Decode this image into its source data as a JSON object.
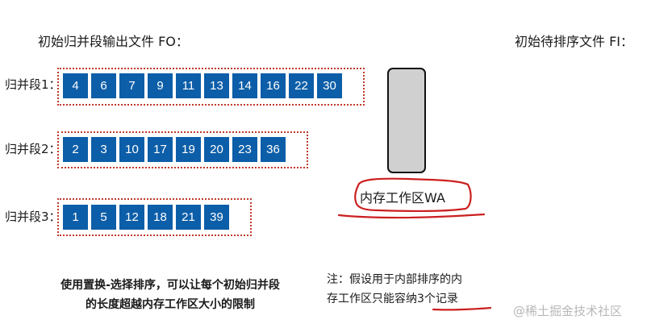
{
  "output_file": {
    "title": "初始归并段输出文件 FO："
  },
  "input_file": {
    "title": "初始待排序文件 FI："
  },
  "runs": [
    {
      "label": "归并段1：",
      "values": [
        "4",
        "6",
        "7",
        "9",
        "11",
        "13",
        "14",
        "16",
        "22",
        "30"
      ]
    },
    {
      "label": "归并段2：",
      "values": [
        "2",
        "3",
        "10",
        "17",
        "19",
        "20",
        "23",
        "36"
      ]
    },
    {
      "label": "归并段3：",
      "values": [
        "1",
        "5",
        "12",
        "18",
        "21",
        "39"
      ]
    }
  ],
  "workarea": {
    "label": "内存工作区WA"
  },
  "note_left": {
    "line1": "使用置换-选择排序，可以让每个初始归并段",
    "line2": "的长度超越内存工作区大小的限制"
  },
  "note_right": {
    "line1": "注：假设用于内部排序的内",
    "line2": "存工作区只能容纳3个记录"
  },
  "watermark": {
    "text": "@稀土掘金技术社区"
  },
  "colors": {
    "cell_fill": "#0d5ea8",
    "cell_text": "#ffffff",
    "frame": "#c0392b",
    "annotation_ink": "#cc1f1f",
    "workarea_fill": "#d0d0d0"
  }
}
